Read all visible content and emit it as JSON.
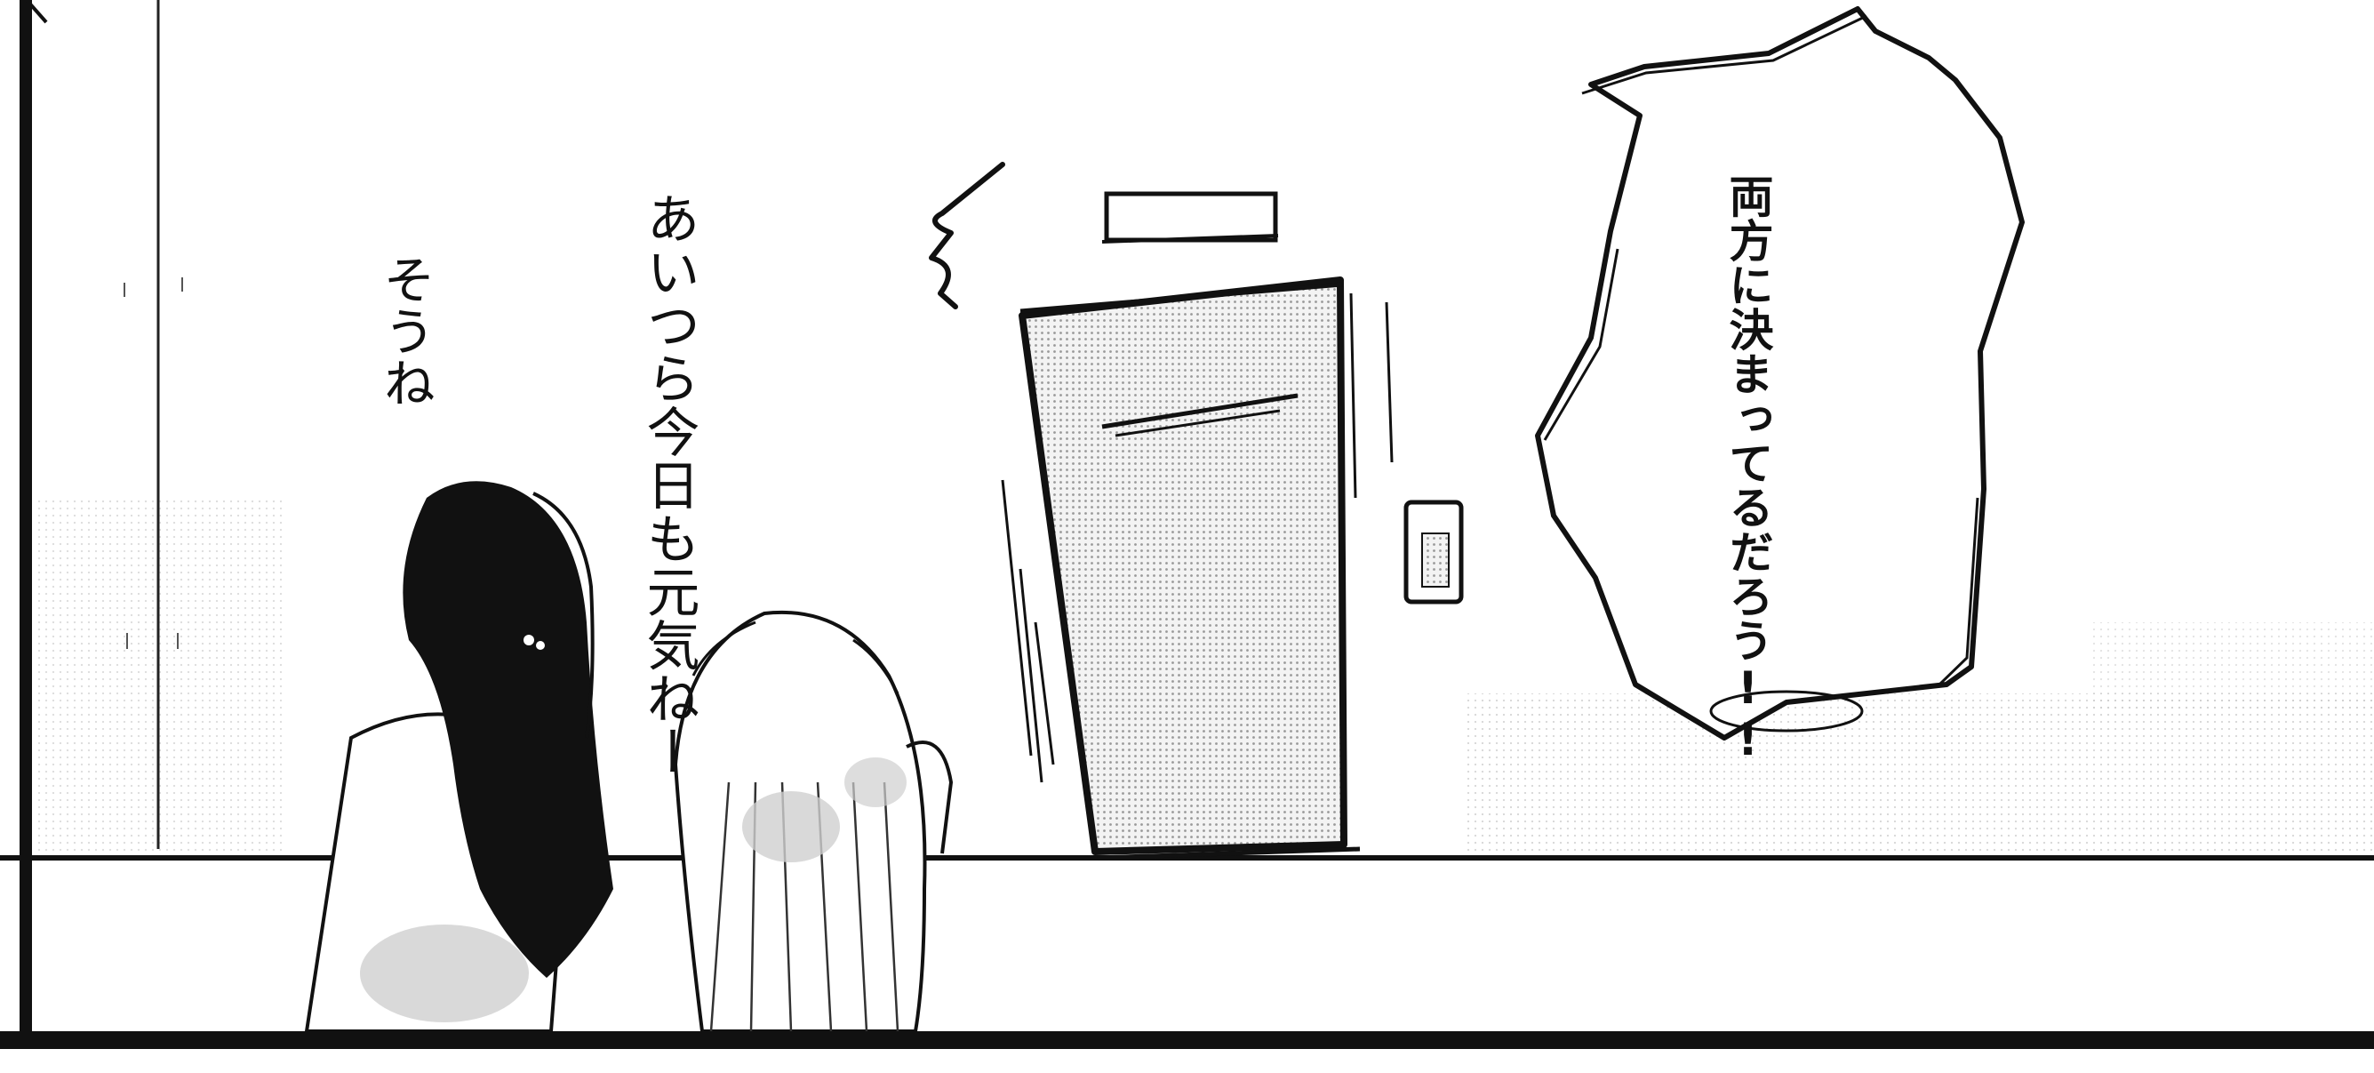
{
  "panel": {
    "background": "#ffffff",
    "ink": "#111111",
    "tone": "#b8b8b8"
  },
  "dialogue": [
    {
      "id": "line-sou-ne",
      "speaker": "dark-haired-girl",
      "text": "そうね"
    },
    {
      "id": "line-genki",
      "speaker": "blonde-girl",
      "text": "あいつら今日も元気ねー"
    }
  ],
  "offscreen_shout": {
    "text": "両方に決まってるだろう!!"
  }
}
